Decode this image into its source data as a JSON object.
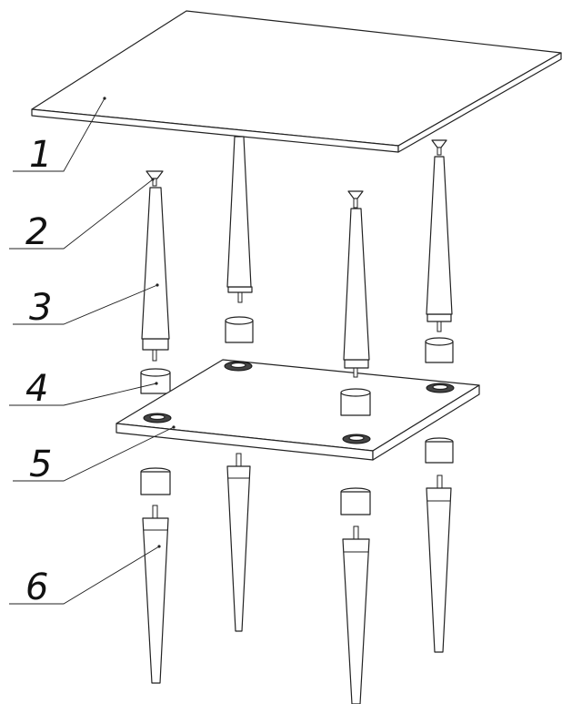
{
  "callouts": [
    {
      "id": "1",
      "text": "1",
      "part": "top-panel"
    },
    {
      "id": "2",
      "text": "2",
      "part": "screw"
    },
    {
      "id": "3",
      "text": "3",
      "part": "upper-leg"
    },
    {
      "id": "4",
      "text": "4",
      "part": "connector-sleeve"
    },
    {
      "id": "5",
      "text": "5",
      "part": "middle-shelf"
    },
    {
      "id": "6",
      "text": "6",
      "part": "lower-leg"
    }
  ],
  "colors": {
    "line": "#222222",
    "background": "#ffffff",
    "glide": "#444444"
  }
}
